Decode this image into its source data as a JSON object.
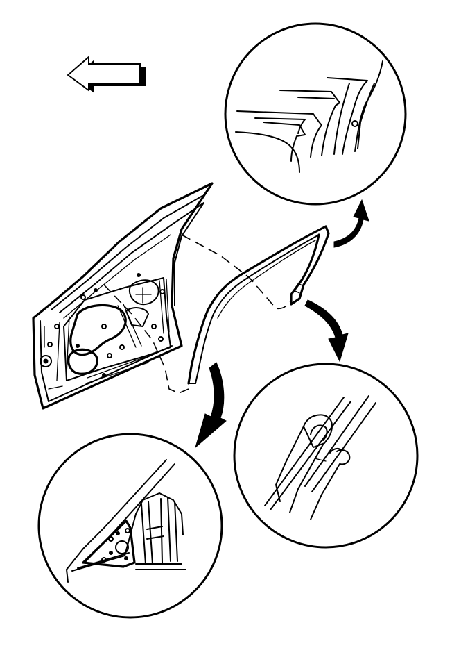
{
  "figure": {
    "type": "technical-illustration",
    "subject": "door-window-weatherstrip-removal",
    "background": "#ffffff",
    "stroke": "#000000",
    "views": [
      "door-assembly",
      "weatherstrip-seal",
      "detail-upper-corner",
      "detail-seal-cross-section",
      "detail-lower-front-corner"
    ],
    "icons": [
      "direction-arrow-left-icon",
      "callout-arrow-icon"
    ]
  }
}
